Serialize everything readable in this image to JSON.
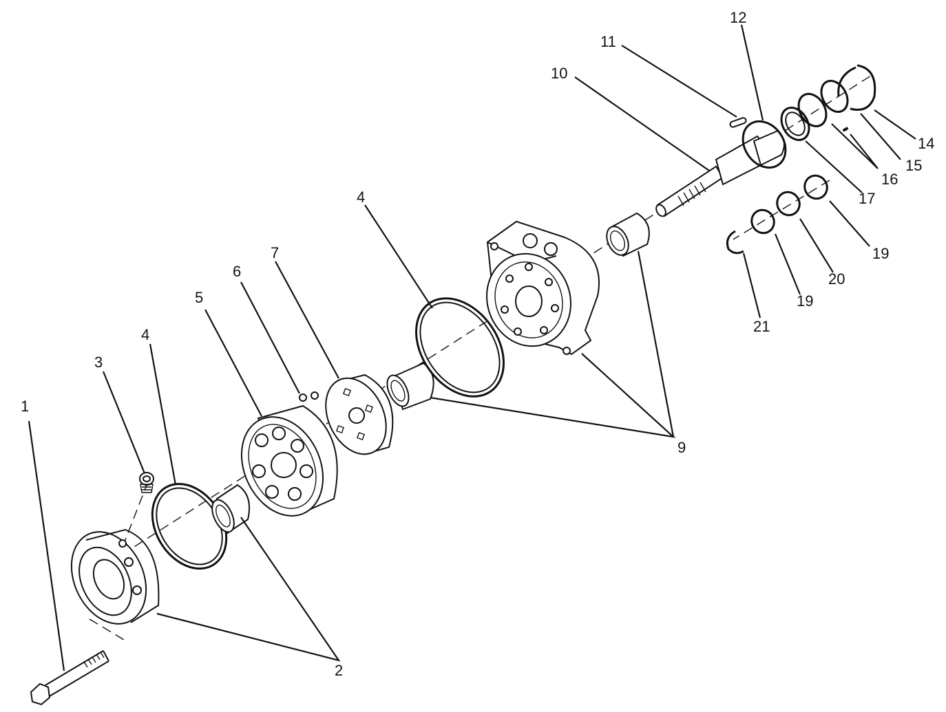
{
  "diagram": {
    "labels": {
      "p1": "1",
      "p2": "2",
      "p3": "3",
      "p4_front": "4",
      "p4_rear": "4",
      "p5": "5",
      "p6": "6",
      "p7": "7",
      "p9": "9",
      "p10": "10",
      "p11": "11",
      "p12": "12",
      "p14": "14",
      "p15": "15",
      "p16": "16",
      "p17": "17",
      "p19_upper": "19",
      "p19_lower": "19",
      "p20": "20",
      "p21": "21"
    }
  }
}
